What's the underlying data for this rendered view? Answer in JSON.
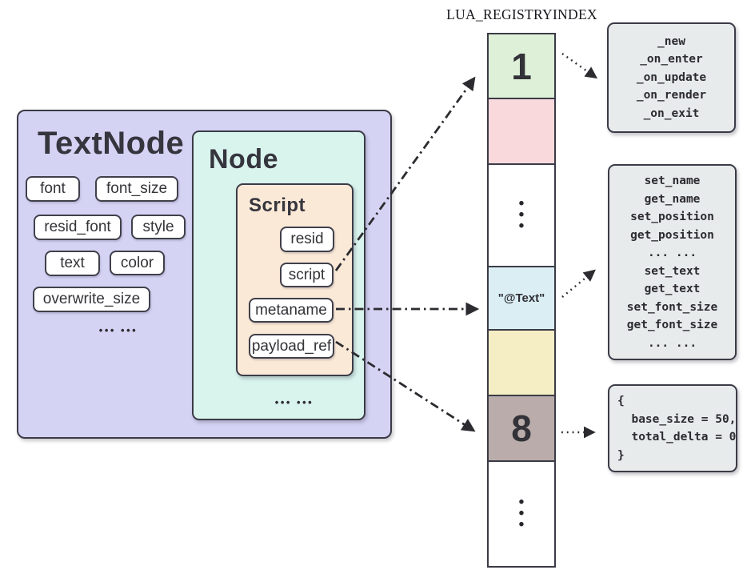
{
  "registry_title": "LUA_REGISTRYINDEX",
  "colors": {
    "textnode_bg": "#d5d3f4",
    "node_bg": "#d9f3ed",
    "script_bg": "#fbe9d7",
    "panel_bg": "#e8ebec",
    "border": "#3b3b47",
    "arrow": "#2b2b30"
  },
  "textnode": {
    "title": "TextNode",
    "fields": [
      "font",
      "font_size",
      "resid_font",
      "style",
      "text",
      "color",
      "overwrite_size"
    ],
    "ellipsis": "••• •••"
  },
  "node": {
    "title": "Node",
    "ellipsis": "••• •••"
  },
  "script": {
    "title": "Script",
    "fields": [
      "resid",
      "script",
      "metaname",
      "payload_ref"
    ]
  },
  "registry": {
    "cells": [
      {
        "value": "1",
        "color": "#def0d8"
      },
      {
        "value": "",
        "color": "#f9d9dc"
      },
      {
        "value": "•\n•\n•",
        "color": "#ffffff"
      },
      {
        "value": "\"@Text\"",
        "color": "#daeef3"
      },
      {
        "value": "",
        "color": "#f5eec5"
      },
      {
        "value": "8",
        "color": "#b9acaa"
      },
      {
        "value": "•\n•\n•",
        "color": "#ffffff"
      }
    ]
  },
  "panels": {
    "lifecycle": {
      "lines": [
        "_new",
        "_on_enter",
        "_on_update",
        "_on_render",
        "_on_exit"
      ]
    },
    "methods": {
      "lines": [
        "set_name",
        "get_name",
        "set_position",
        "get_position",
        "... ...",
        "set_text",
        "get_text",
        "set_font_size",
        "get_font_size",
        "... ..."
      ]
    },
    "payload": {
      "lines": [
        "{",
        "  base_size = 50,",
        "  total_delta = 0",
        "}"
      ]
    }
  }
}
